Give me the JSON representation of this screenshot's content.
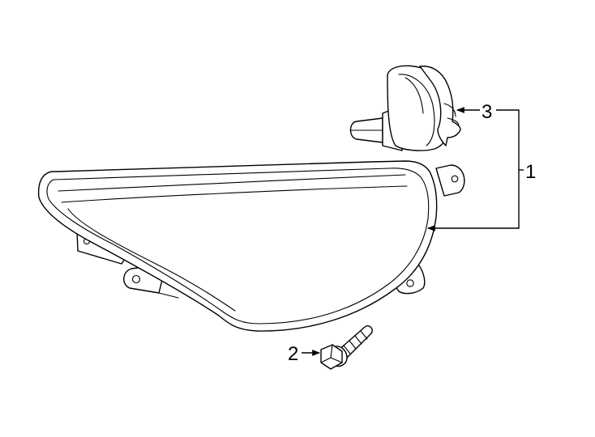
{
  "callouts": {
    "lamp_assembly": "1",
    "bolt": "2",
    "bulb": "3"
  },
  "colors": {
    "line": "#000000",
    "background": "#ffffff"
  }
}
